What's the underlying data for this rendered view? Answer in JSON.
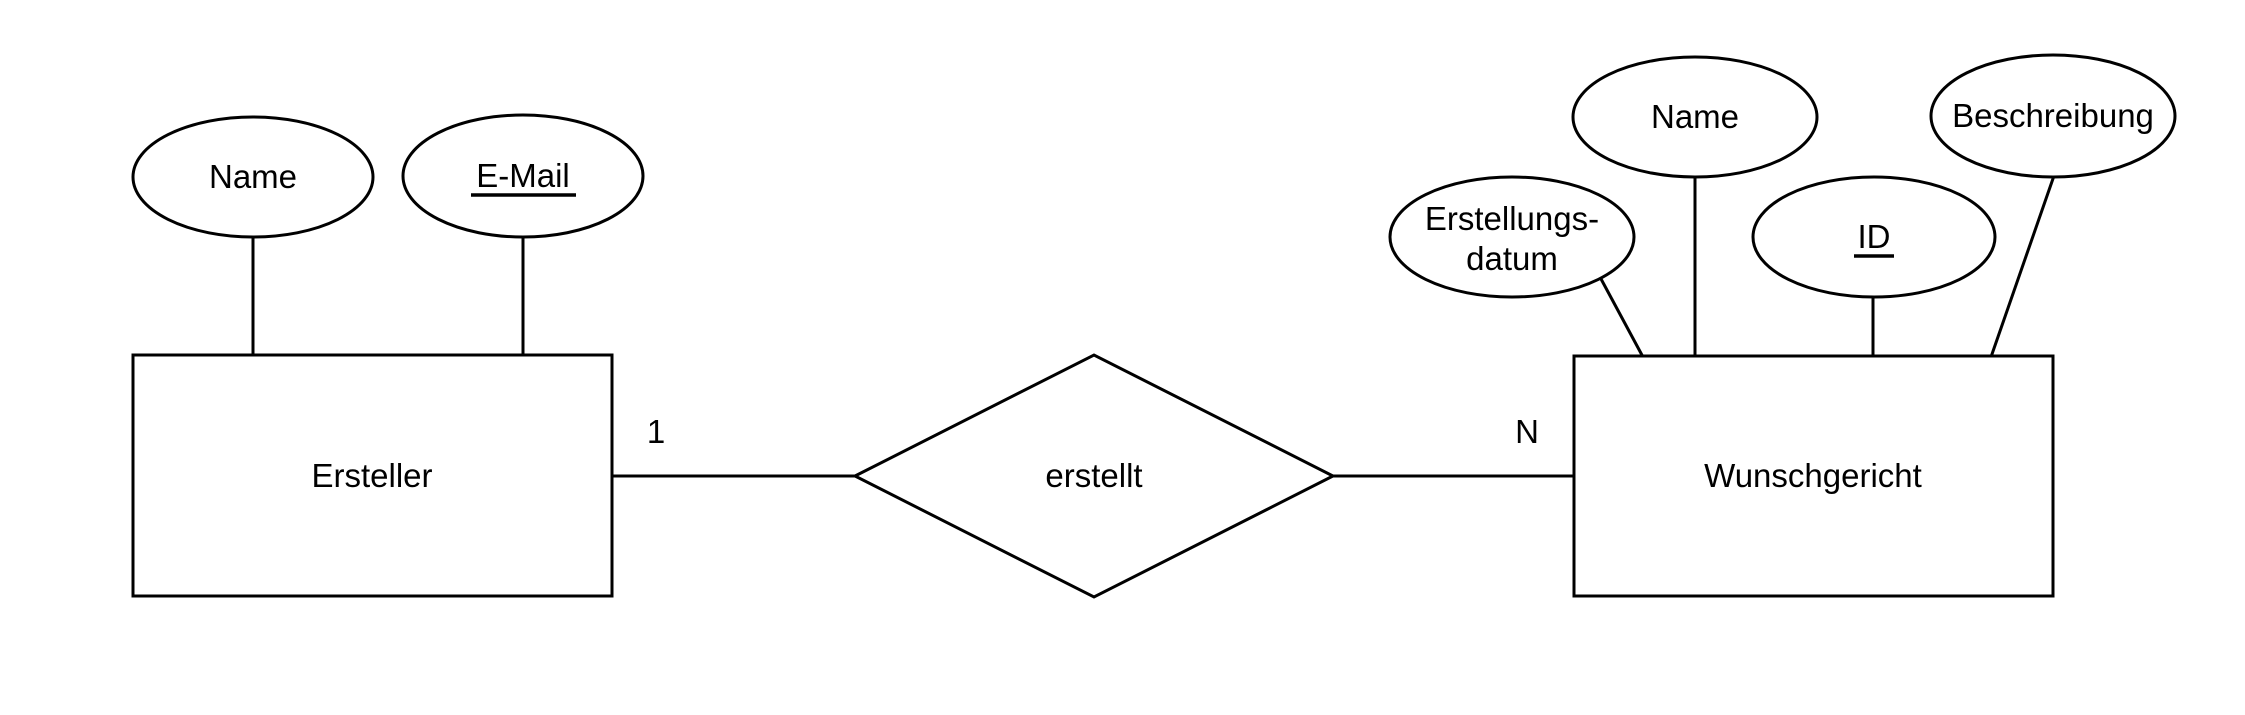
{
  "diagram": {
    "type": "entity-relationship-diagram",
    "colors": {
      "background": "#ffffff",
      "shape_fill": "#ffffff",
      "stroke": "#000000",
      "text": "#000000"
    },
    "entities": [
      {
        "id": "ersteller",
        "label": "Ersteller"
      },
      {
        "id": "wunschgericht",
        "label": "Wunschgericht"
      }
    ],
    "relationship": {
      "label": "erstellt",
      "cardinality_left": "1",
      "cardinality_right": "N"
    },
    "attributes": {
      "ersteller": [
        {
          "label": "Name",
          "is_key": false
        },
        {
          "label": "E-Mail",
          "is_key": true
        }
      ],
      "wunschgericht": [
        {
          "label_line1": "Erstellungs-",
          "label_line2": "datum",
          "is_key": false
        },
        {
          "label": "Name",
          "is_key": false
        },
        {
          "label": "ID",
          "is_key": true
        },
        {
          "label": "Beschreibung",
          "is_key": false
        }
      ]
    }
  }
}
